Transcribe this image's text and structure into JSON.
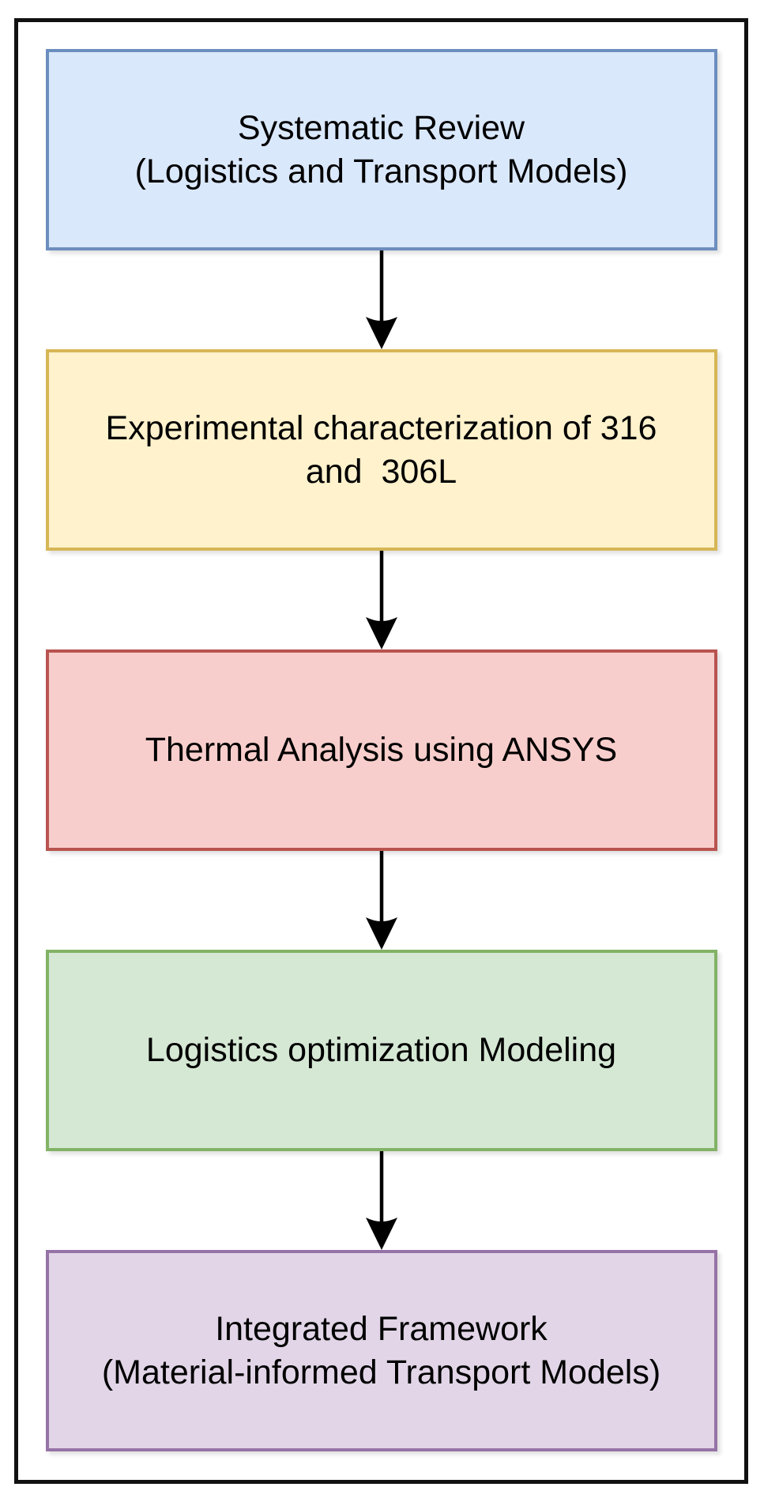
{
  "diagram": {
    "background_color": "#ffffff",
    "frame_border_color": "#111111",
    "arrow_color": "#000000",
    "text_color": "#000000",
    "boxes": [
      {
        "name": "systematic-review",
        "label": "Systematic Review\n(Logistics and Transport Models)",
        "fill": "#dae8fc",
        "stroke": "#6c8ebf"
      },
      {
        "name": "experimental-characterization",
        "label": "Experimental characterization of 316\nand  306L",
        "fill": "#fff2cc",
        "stroke": "#d6b656"
      },
      {
        "name": "thermal-analysis",
        "label": "Thermal Analysis using ANSYS",
        "fill": "#f8cecc",
        "stroke": "#b85450"
      },
      {
        "name": "logistics-optimization",
        "label": "Logistics optimization Modeling",
        "fill": "#d5e8d4",
        "stroke": "#82b366"
      },
      {
        "name": "integrated-framework",
        "label": "Integrated Framework\n(Material-informed Transport Models)",
        "fill": "#e1d5e7",
        "stroke": "#9673a6"
      }
    ]
  }
}
